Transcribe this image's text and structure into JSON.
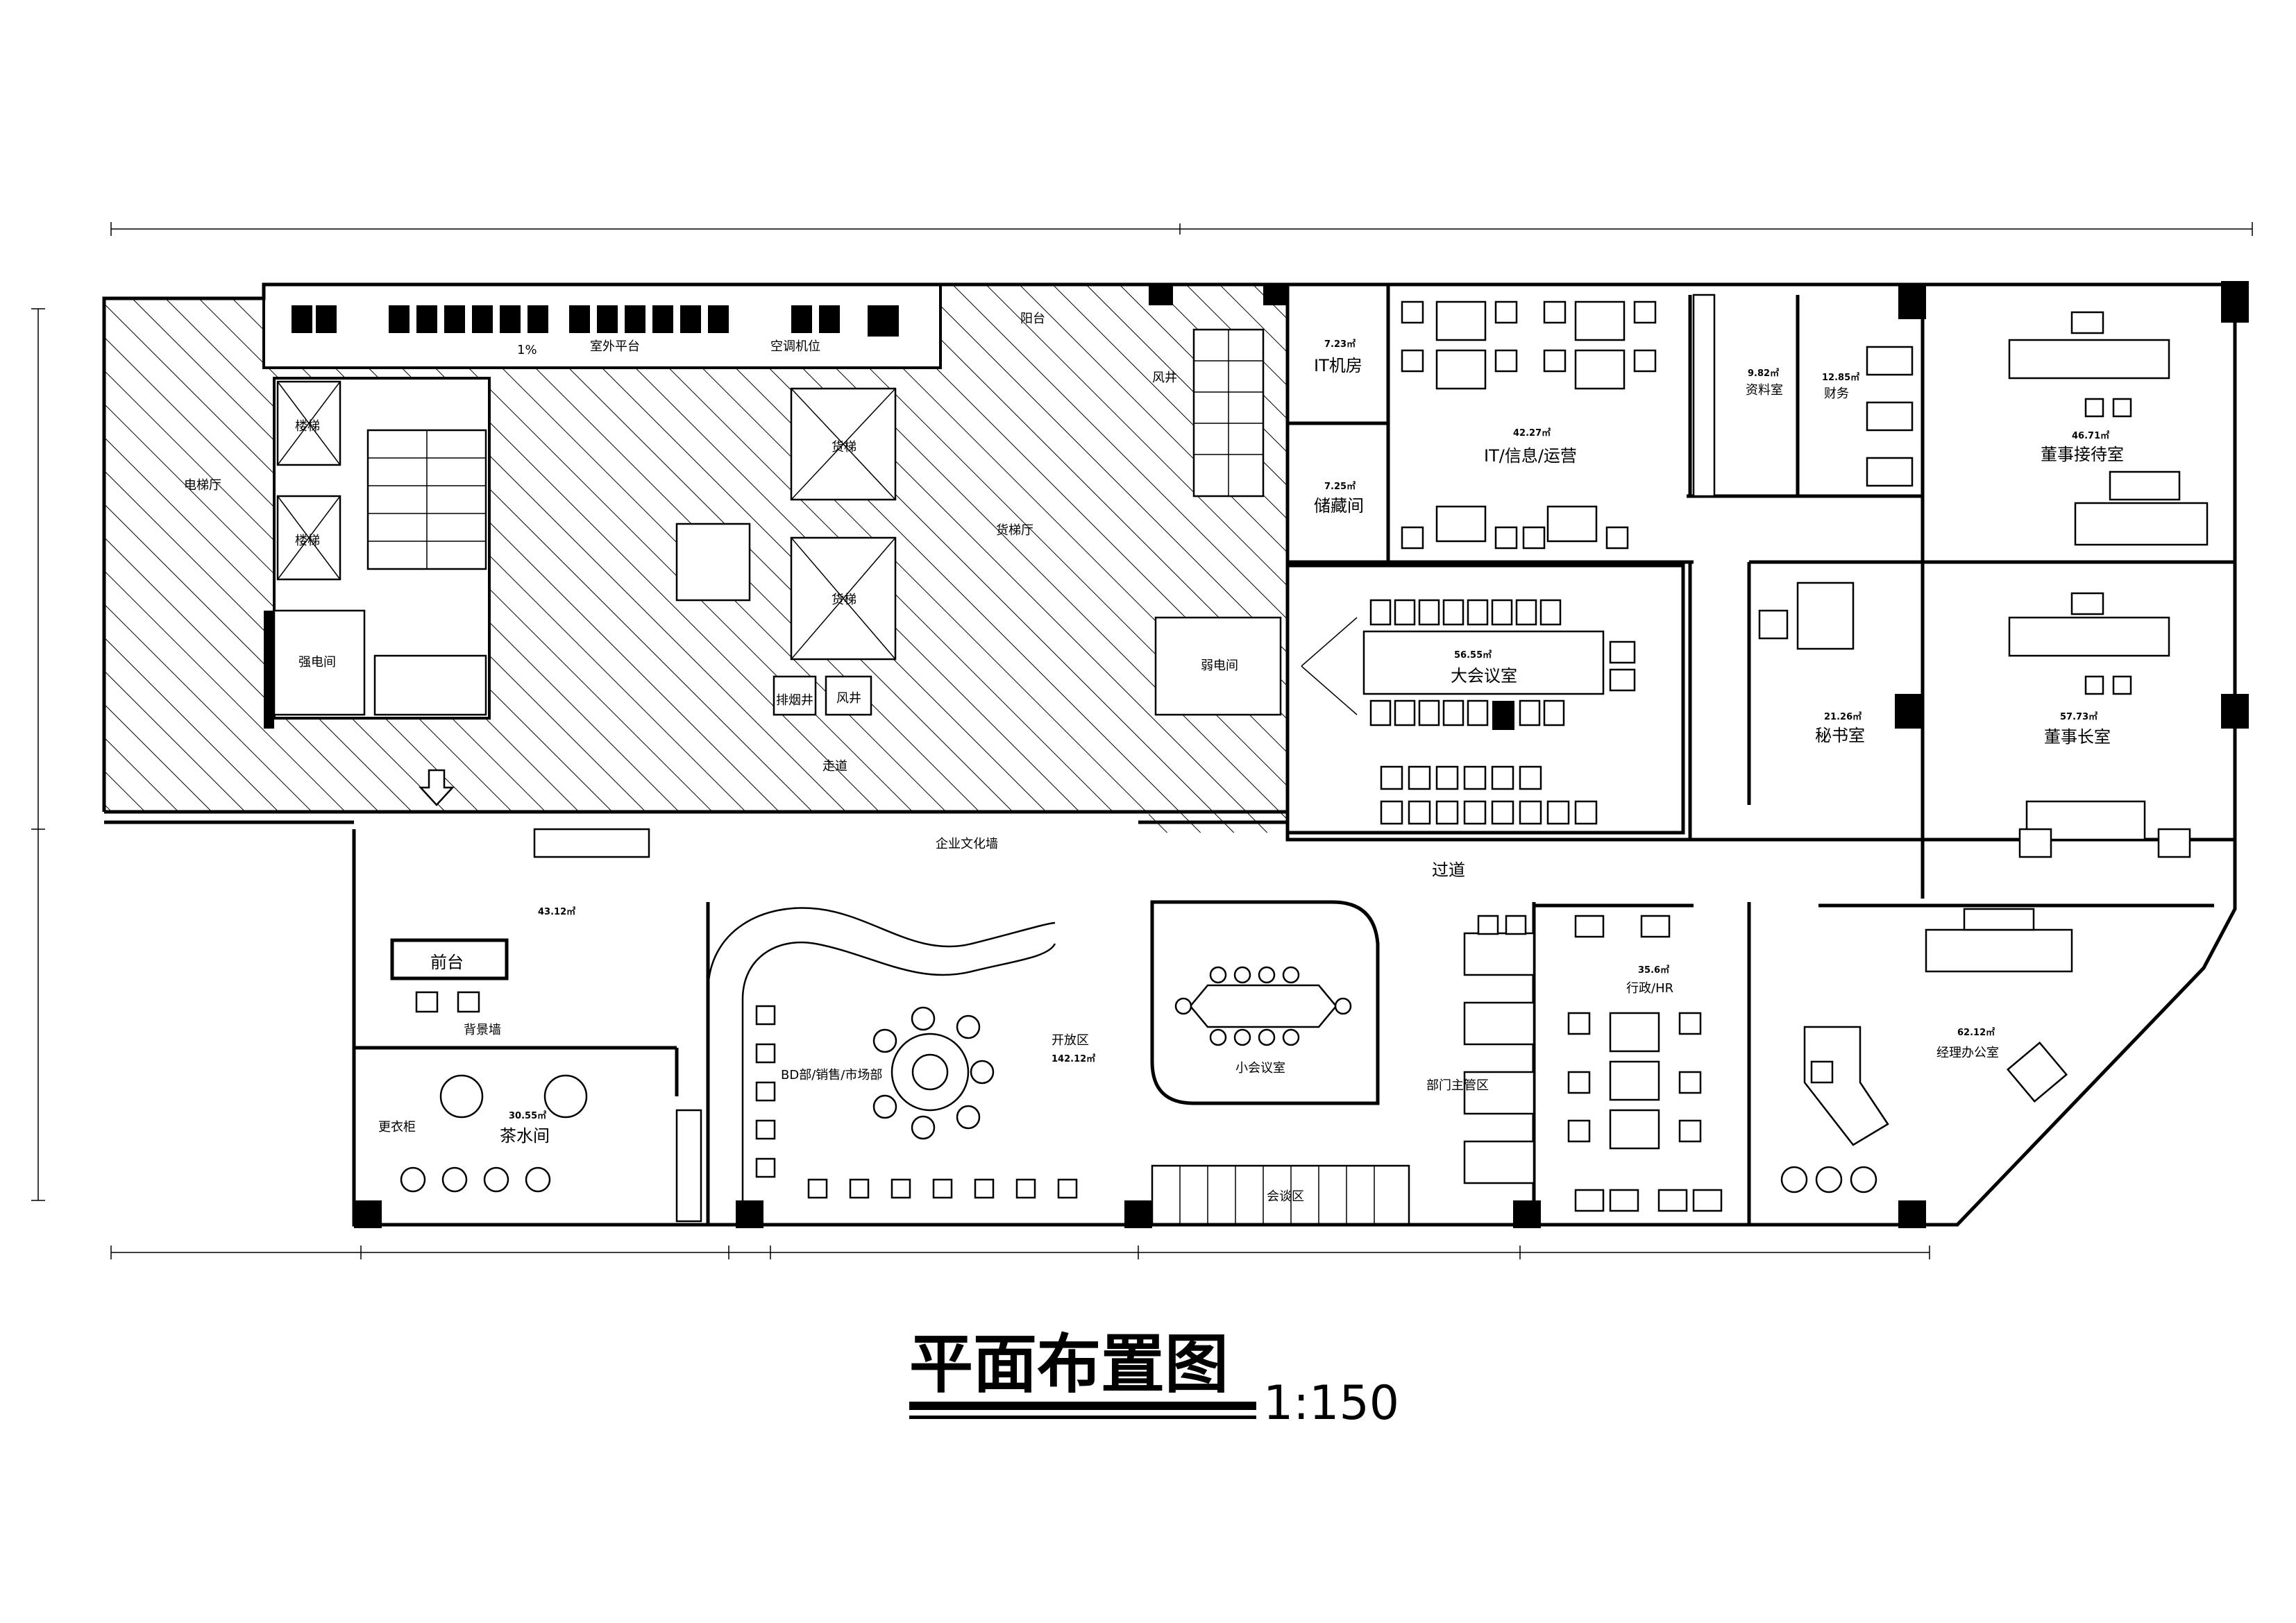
{
  "title": "平面布置图",
  "scale": "1:150",
  "rooms": [
    {
      "id": "it-room",
      "name": "IT机房",
      "area": "7.23㎡"
    },
    {
      "id": "storage",
      "name": "储藏间",
      "area": "7.25㎡"
    },
    {
      "id": "it-info-ops",
      "name": "IT/信息/运营",
      "area": "42.27㎡"
    },
    {
      "id": "archive",
      "name": "资料室",
      "area": "9.82㎡"
    },
    {
      "id": "finance",
      "name": "财务",
      "area": "12.85㎡"
    },
    {
      "id": "board-reception",
      "name": "董事接待室",
      "area": "46.71㎡"
    },
    {
      "id": "big-meeting",
      "name": "大会议室",
      "area": "56.55㎡"
    },
    {
      "id": "secretary",
      "name": "秘书室",
      "area": "21.26㎡"
    },
    {
      "id": "chairman",
      "name": "董事长室",
      "area": "57.73㎡"
    },
    {
      "id": "lobby",
      "name": "",
      "area": "43.12㎡"
    },
    {
      "id": "front-desk",
      "name": "前台",
      "area": ""
    },
    {
      "id": "tea-room",
      "name": "茶水间",
      "area": "30.55㎡"
    },
    {
      "id": "open-area",
      "name": "开放区",
      "area": "142.12㎡"
    },
    {
      "id": "bd-sales",
      "name": "BD部/销售/市场部",
      "area": ""
    },
    {
      "id": "small-meeting",
      "name": "小会议室",
      "area": ""
    },
    {
      "id": "admin-hr",
      "name": "行政/HR",
      "area": "35.6㎡"
    },
    {
      "id": "dept-supervisor",
      "name": "部门主管区",
      "area": ""
    },
    {
      "id": "manager-office",
      "name": "经理办公室",
      "area": "62.12㎡"
    }
  ],
  "labels": {
    "corridor": "过道",
    "elevator_hall": "电梯厅",
    "freight_hall": "货梯厅",
    "walkway": "走道",
    "balcony": "阳台",
    "outdoor_platform": "室外平台",
    "ac_unit": "空调机位",
    "slope": "1%",
    "stair": "楼梯",
    "elevator": "货梯",
    "shaft": "风井",
    "smoke_shaft": "排烟井",
    "elec_room": "强电间",
    "weak_elec_room": "弱电间",
    "culture_wall": "企业文化墙",
    "chat_area": "会谈区",
    "bg_wall": "背景墙",
    "wardrobe": "更衣柜"
  }
}
